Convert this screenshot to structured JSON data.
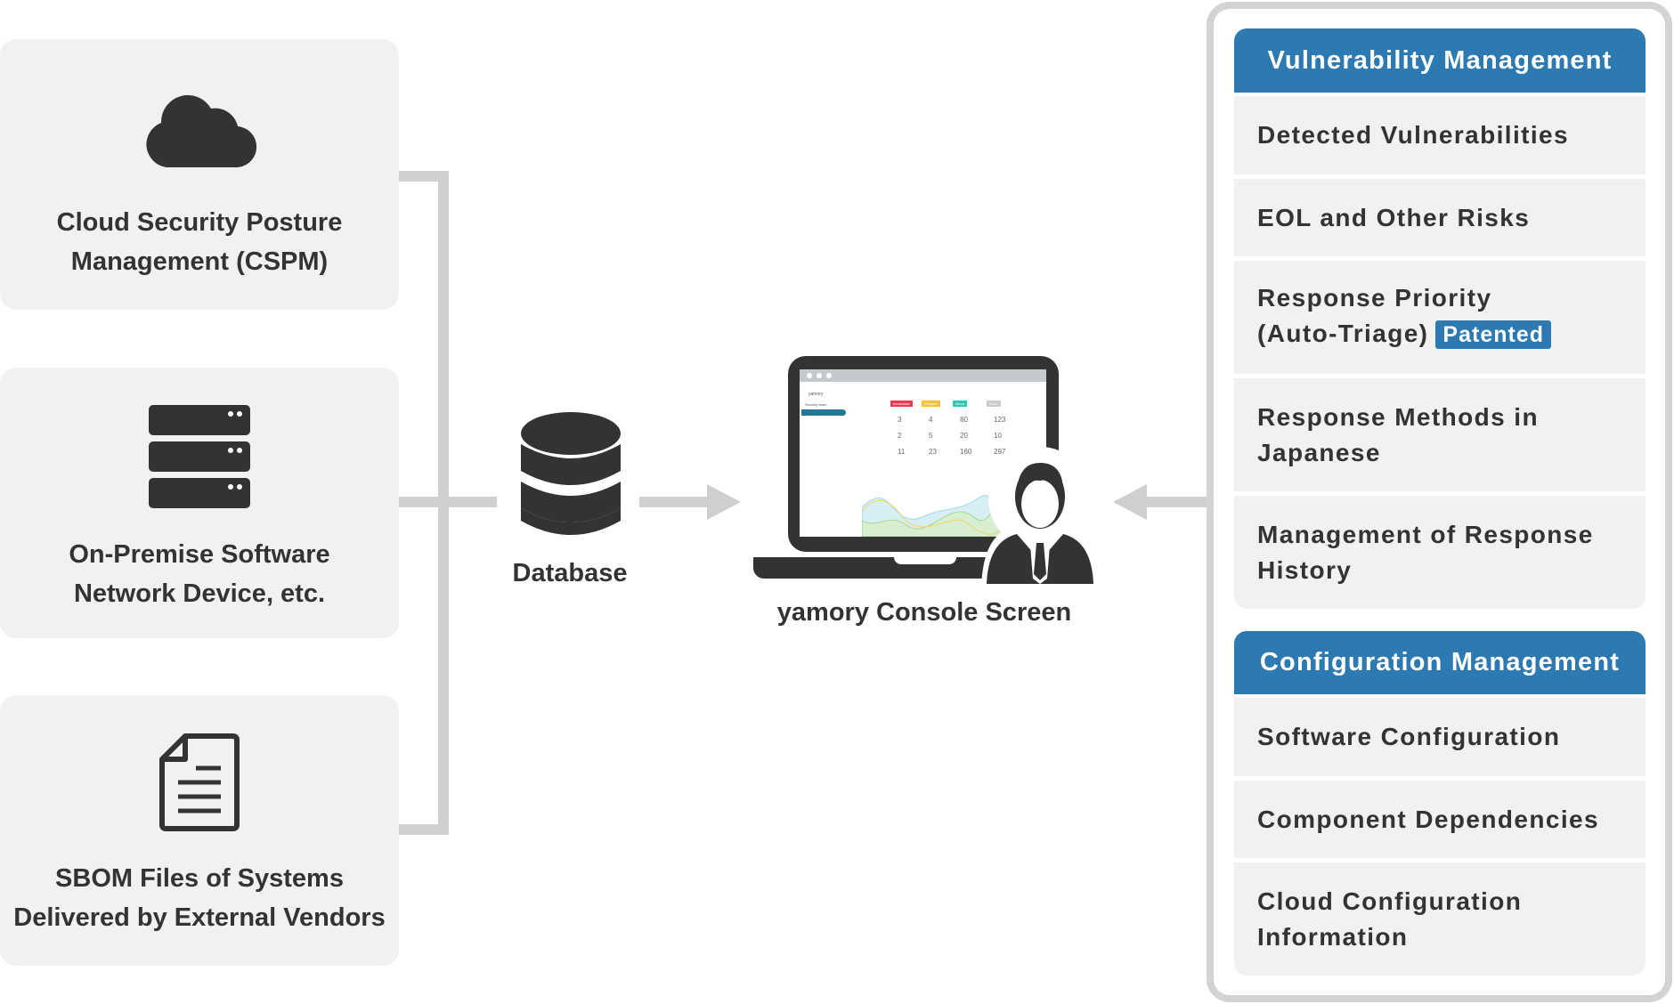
{
  "sources": [
    {
      "label": "Cloud Security Posture\nManagement (CSPM)",
      "icon": "cloud-icon"
    },
    {
      "label": "On-Premise Software\nNetwork Device, etc.",
      "icon": "server-icon"
    },
    {
      "label": "SBOM Files of Systems\nDelivered by External Vendors",
      "icon": "document-icon"
    }
  ],
  "database": {
    "label": "Database",
    "icon": "database-icon"
  },
  "console": {
    "label": "yamory Console Screen",
    "icon": "user-icon",
    "screen": {
      "logo": "yamory",
      "team": "Security team",
      "columns": [
        "Immediate",
        "Delayed",
        "Minor",
        "None"
      ],
      "column_colors": [
        "#f0384f",
        "#f2c230",
        "#27c9b0",
        "#c8cacd"
      ],
      "rows": [
        [
          "3",
          "4",
          "80",
          "123"
        ],
        [
          "2",
          "5",
          "20",
          "10"
        ],
        [
          "11",
          "23",
          "160",
          "297"
        ]
      ]
    }
  },
  "vulnerability": {
    "title": "Vulnerability Management",
    "items": [
      "Detected Vulnerabilities",
      "EOL and Other Risks",
      "Response Priority\n(Auto-Triage)",
      "Response Methods in\nJapanese",
      "Management of Response\nHistory"
    ],
    "badge": "Patented"
  },
  "configuration": {
    "title": "Configuration Management",
    "items": [
      "Software Configuration",
      "Component Dependencies",
      "Cloud Configuration\nInformation"
    ]
  },
  "colors": {
    "accent": "#2d7ab2",
    "box": "#f0f1f3",
    "connector": "#cfcfcf",
    "icon": "#333333"
  }
}
